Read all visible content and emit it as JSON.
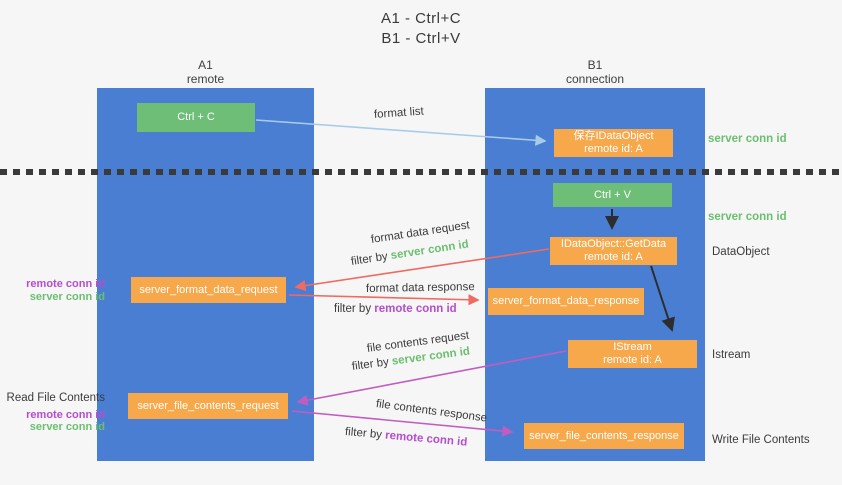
{
  "title": {
    "line1": "A1 - Ctrl+C",
    "line2": "B1 - Ctrl+V"
  },
  "lanes": {
    "a": {
      "name": "A1",
      "subtitle": "remote"
    },
    "b": {
      "name": "B1",
      "subtitle": "connection"
    }
  },
  "nodes": {
    "ctrl_c": {
      "label": "Ctrl + C"
    },
    "save_obj": {
      "line1": "保存IDataObject",
      "line2": "remote id: A"
    },
    "ctrl_v": {
      "label": "Ctrl + V"
    },
    "getdata": {
      "line1": "IDataObject::GetData",
      "line2": "remote id: A"
    },
    "format_request": {
      "label": "server_format_data_request"
    },
    "format_response": {
      "label": "server_format_data_response"
    },
    "istream": {
      "line1": "IStream",
      "line2": "remote id: A"
    },
    "file_request": {
      "label": "server_file_contents_request"
    },
    "file_response": {
      "label": "server_file_contents_response"
    }
  },
  "arrow_labels": {
    "format_list": "format list",
    "format_data_request": "format data request",
    "format_data_response": "format data response",
    "file_contents_request": "file contents request",
    "file_contents_response": "file contents response",
    "filter_by": "filter by",
    "server_conn_id": "server conn id",
    "remote_conn_id": "remote conn id"
  },
  "side_labels": {
    "server_conn_id_top": "server conn id",
    "server_conn_id_mid": "server conn id",
    "dataobject": "DataObject",
    "istream": "Istream",
    "write_file_contents": "Write File Contents",
    "read_file_contents": "Read File Contents",
    "remote_conn_id": "remote conn id",
    "server_conn_id": "server conn id"
  },
  "colors": {
    "background": "#f6f6f6",
    "lane_blue": "#4a7ed3",
    "node_orange": "#f7a84b",
    "node_green": "#6fbe77",
    "arrow_blue": "#a9cbea",
    "arrow_red": "#ef6a60",
    "arrow_magenta": "#c35cc1",
    "arrow_black": "#2d2d2d",
    "text_green": "#6cbf70",
    "text_purple": "#b44ecd",
    "divider_dark": "#3a3a3a"
  }
}
